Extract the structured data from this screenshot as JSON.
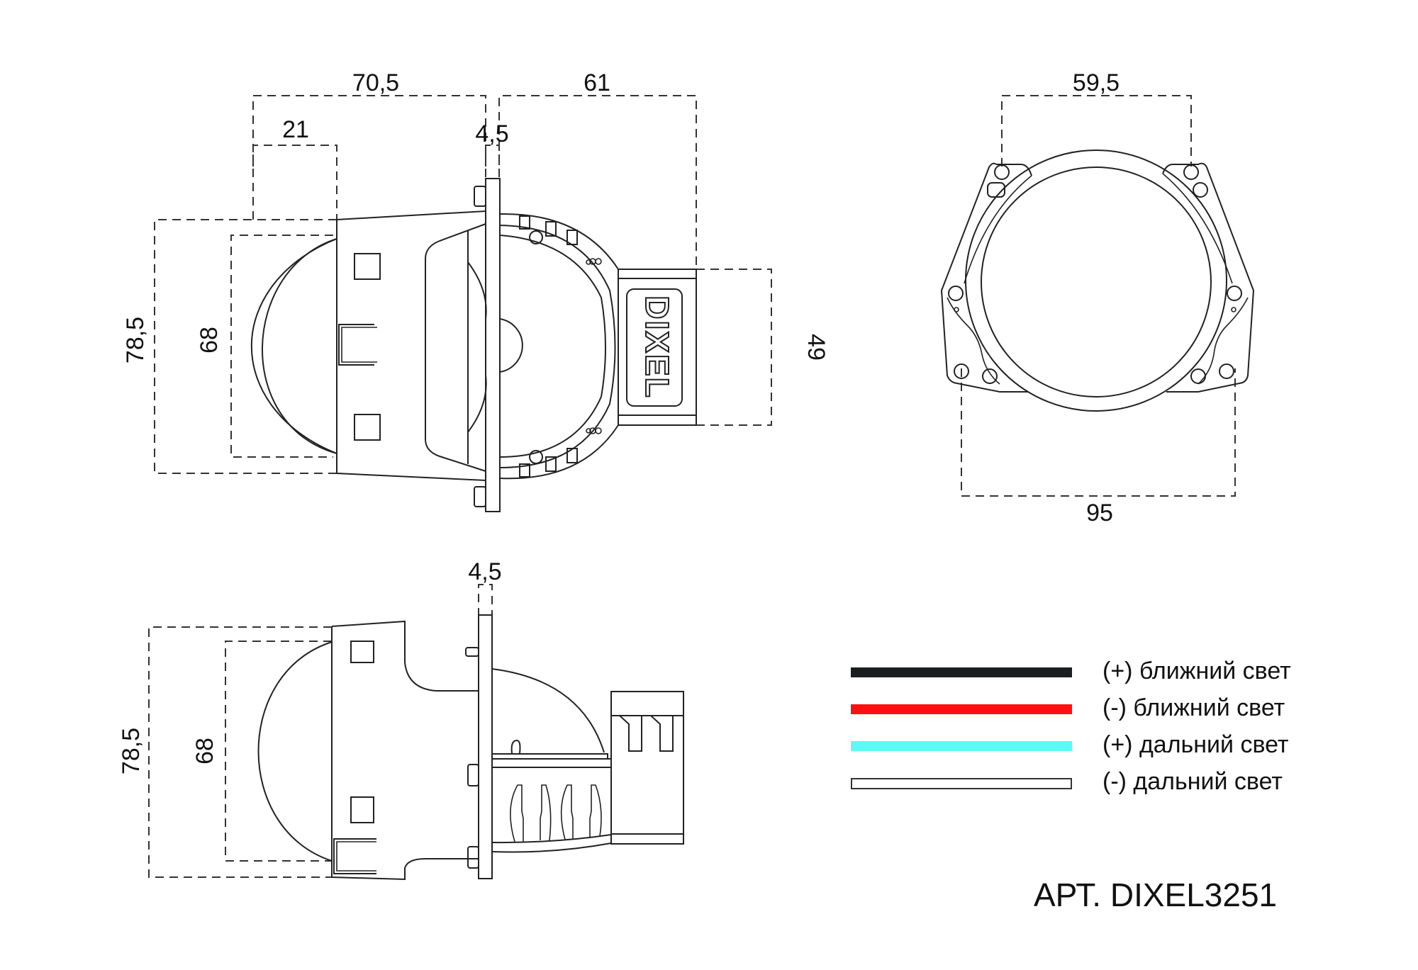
{
  "dimensions": {
    "side_view": {
      "overall_length": "70,5",
      "lens_depth": "21",
      "flange_thickness": "4,5",
      "rear_length": "61",
      "outer_height": "78,5",
      "lens_height": "68",
      "connector_height": "49"
    },
    "front_view": {
      "top_hole_spacing": "59,5",
      "bottom_hole_spacing": "95"
    },
    "bottom_view": {
      "flange_thickness": "4,5",
      "outer_height": "78,5",
      "lens_height": "68"
    }
  },
  "logo": {
    "text": "DIXEL"
  },
  "legend": {
    "items": [
      {
        "label": "(+) ближний свет",
        "color": "#1b1d1f",
        "style": "solid"
      },
      {
        "label": "(-) ближний свет",
        "color": "#ff1010",
        "style": "solid"
      },
      {
        "label": "(+) дальний свет",
        "color": "#59fbf6",
        "style": "solid"
      },
      {
        "label": "(-) дальний свет",
        "color": "#ffffff",
        "style": "outline"
      }
    ]
  },
  "article": {
    "text": "АРТ. DIXEL3251"
  }
}
